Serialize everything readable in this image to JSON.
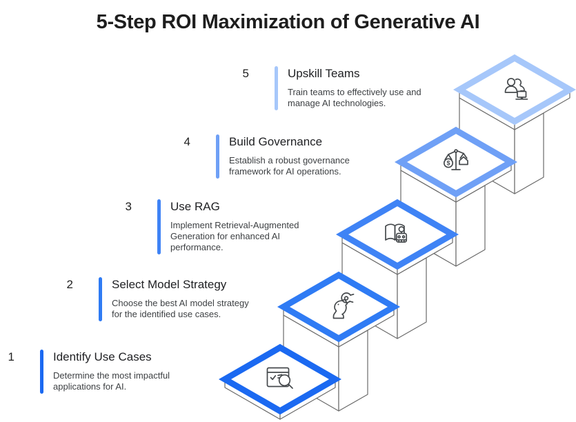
{
  "title": "5-Step ROI Maximization of Generative AI",
  "steps": [
    {
      "number": "1",
      "title": "Identify Use Cases",
      "description": "Determine the most impactful\napplications for AI.",
      "color": "#1B69F1",
      "icon": "browser-search-icon"
    },
    {
      "number": "2",
      "title": "Select Model Strategy",
      "description": "Choose the best AI model strategy\nfor the identified use cases.",
      "color": "#2F7BF4",
      "icon": "chess-knight-robot-arm-icon"
    },
    {
      "number": "3",
      "title": "Use RAG",
      "description": "Implement Retrieval-Augmented\nGeneration for enhanced AI\nperformance.",
      "color": "#3F83F5",
      "icon": "book-robot-icon"
    },
    {
      "number": "4",
      "title": "Build Governance",
      "description": "Establish a robust governance\nframework for AI operations.",
      "color": "#6FA0F6",
      "icon": "scale-dollar-house-icon"
    },
    {
      "number": "5",
      "title": "Upskill Teams",
      "description": "Train teams to effectively use and\nmanage AI technologies.",
      "color": "#A6C7FA",
      "icon": "team-laptop-icon"
    }
  ],
  "icons": {
    "dollar_glyph": "$"
  },
  "palette": {
    "wireframe": "#6A6A6A",
    "icon_stroke": "#45494C",
    "title_color": "#1E1E1E",
    "step_title_color": "#202124",
    "description_color": "#3D4043",
    "background": "#FFFFFF"
  }
}
